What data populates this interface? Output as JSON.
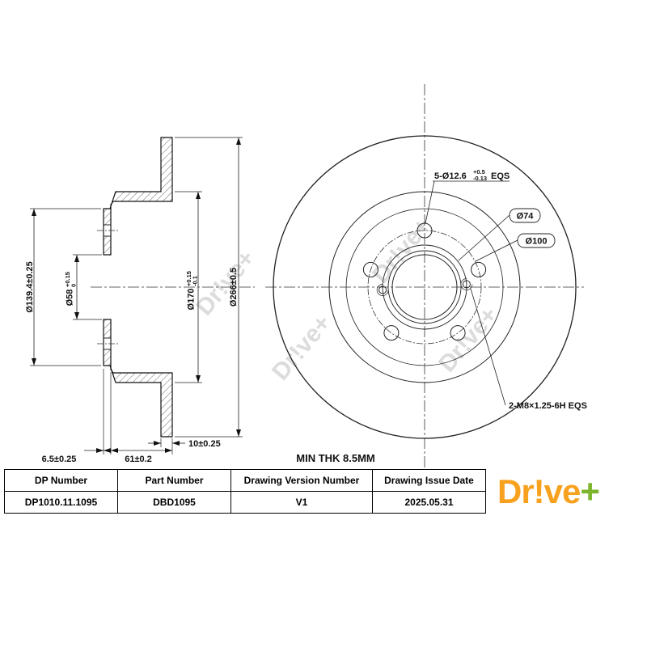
{
  "watermark_text": "Dr!ve+",
  "note_min_thk": "MIN THK 8.5MM",
  "section_view": {
    "dim_hat_od": "Ø139.4±0.25",
    "dim_bore": "Ø58",
    "dim_bore_tol_top": "+0.15",
    "dim_bore_tol_bottom": "0",
    "dim_drum": "Ø170",
    "dim_drum_tol_top": "+0.15",
    "dim_drum_tol_bottom": "-0.1",
    "dim_outer": "Ø266±0.5",
    "dim_thickness": "10±0.25",
    "dim_flange_thickness": "6.5±0.25",
    "dim_overall_height": "61±0.2"
  },
  "front_view": {
    "label_bolt_holes": "5-Ø12.6",
    "label_bolt_holes_tol_top": "+0.5",
    "label_bolt_holes_tol_bottom": "-0.13",
    "label_bolt_holes_suffix": "EQS",
    "label_hub_circle": "Ø74",
    "label_bolt_circle": "Ø100",
    "label_thread_holes": "2-M8×1.25-6H EQS"
  },
  "title_block": {
    "headers": [
      "DP Number",
      "Part Number",
      "Drawing Version Number",
      "Drawing Issue Date"
    ],
    "values": [
      "DP1010.11.1095",
      "DBD1095",
      "V1",
      "2025.05.31"
    ]
  },
  "logo": {
    "main": "Dr!ve",
    "plus": "+",
    "color": "#F7A11E",
    "plus_color": "#7DB52C"
  }
}
